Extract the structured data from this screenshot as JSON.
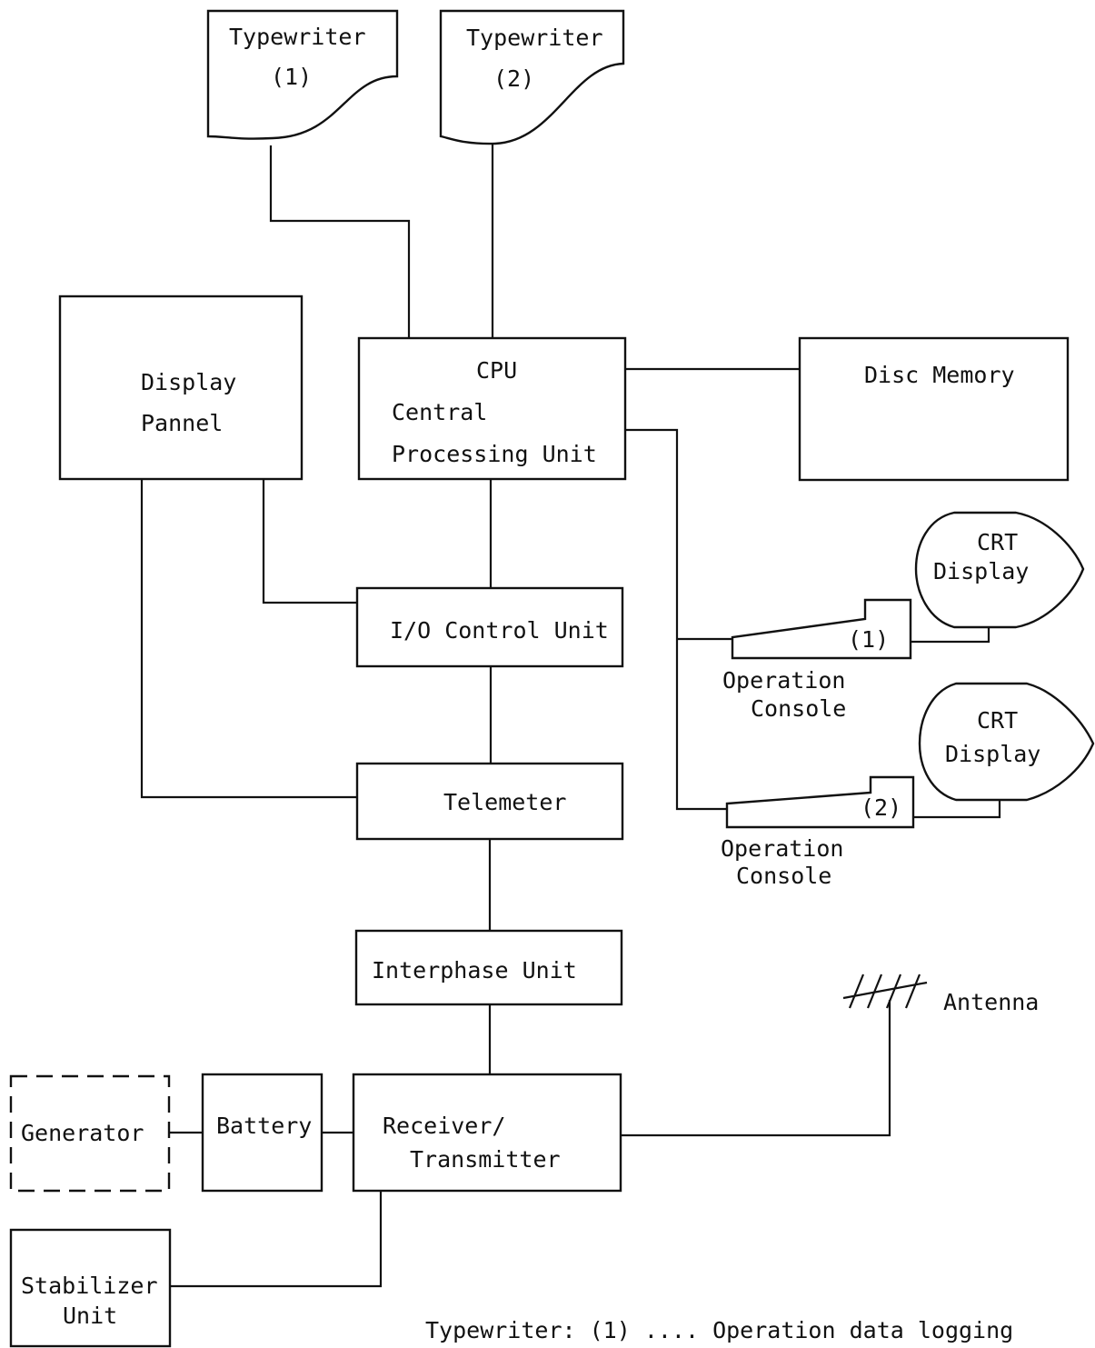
{
  "typewriter_1": {
    "title": "Typewriter",
    "number": "(1)"
  },
  "typewriter_2": {
    "title": "Typewriter",
    "number": "(2)"
  },
  "display_panel": {
    "line1": "Display",
    "line2": "Pannel"
  },
  "cpu": {
    "line1": "CPU",
    "line2": "Central",
    "line3": "Processing Unit"
  },
  "disc_memory": {
    "label": "Disc Memory"
  },
  "crt_display_1": {
    "line1": "CRT",
    "line2": "Display"
  },
  "crt_display_2": {
    "line1": "CRT",
    "line2": "Display"
  },
  "operation_console_1": {
    "number": "(1)",
    "line1": "Operation",
    "line2": "Console"
  },
  "operation_console_2": {
    "number": "(2)",
    "line1": "Operation",
    "line2": "Console"
  },
  "io_control_unit": {
    "label": "I/O Control Unit"
  },
  "telemeter": {
    "label": "Telemeter"
  },
  "interphase_unit": {
    "label": "Interphase Unit"
  },
  "antenna": {
    "label": "Antenna"
  },
  "generator": {
    "label": "Generator"
  },
  "battery": {
    "label": "Battery"
  },
  "receiver_transmitter": {
    "line1": "Receiver/",
    "line2": "Transmitter"
  },
  "stabilizer_unit": {
    "line1": "Stabilizer",
    "line2": "Unit"
  },
  "footnote": {
    "text": "Typewriter: (1) .... Operation data logging"
  }
}
